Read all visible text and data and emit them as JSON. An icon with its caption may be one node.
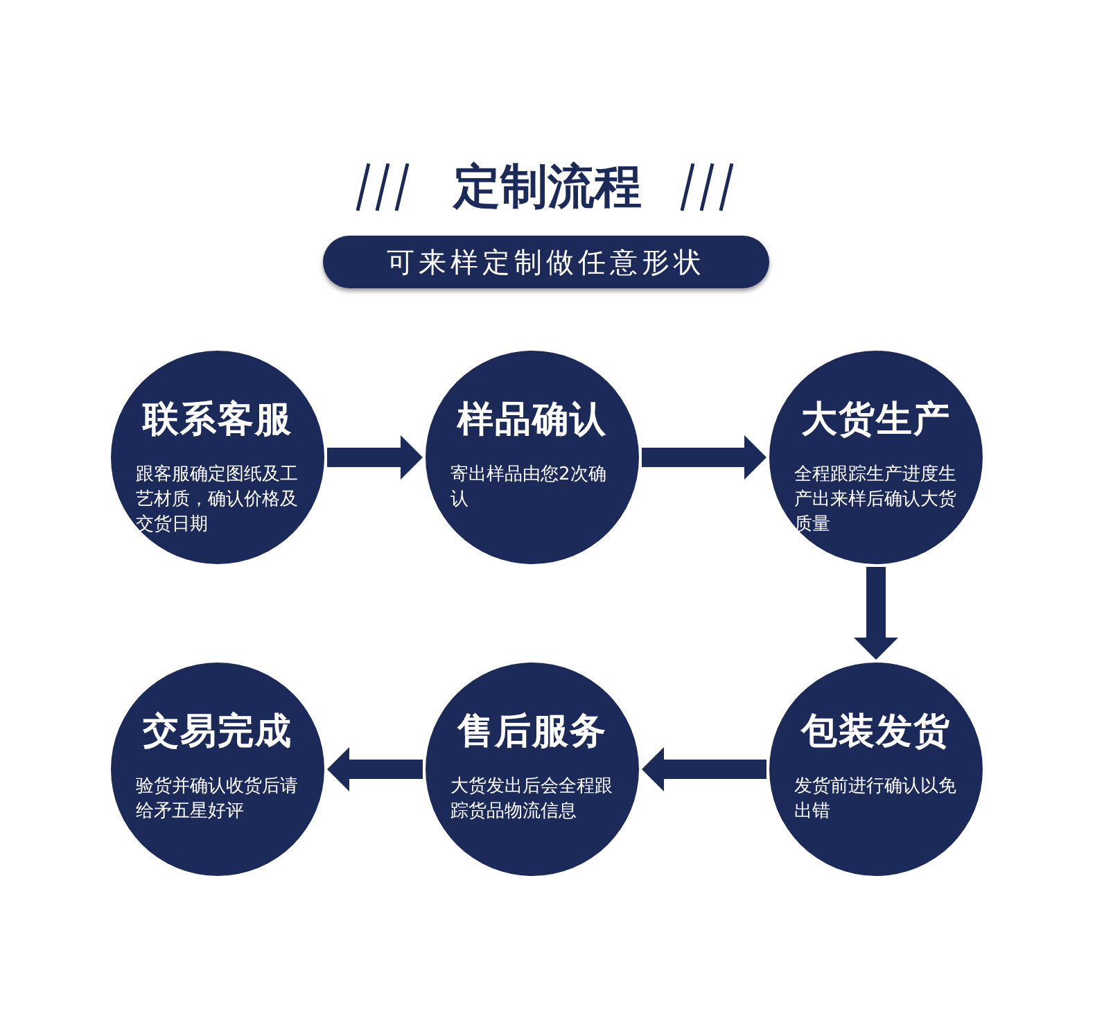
{
  "diagram": {
    "title": "定制流程",
    "nodes": [
      {
        "text": [
          "可来样定制做任意形状"
        ]
      },
      {
        "text": [
          "联系客服",
          "跟客服确定图纸及工艺材质，确认价格及交货日期"
        ]
      },
      {
        "text": [
          "样品确认",
          "寄出样品由您2次确认"
        ]
      },
      {
        "text": [
          "大货生产",
          "全程跟踪生产进度生产出来样后确认大货质量"
        ]
      },
      {
        "text": [
          "包装发货",
          "发货前进行确认以免出错"
        ]
      },
      {
        "text": [
          "售后服务",
          "大货发出后会全程跟踪货品物流信息"
        ]
      },
      {
        "text": [
          "交易完成",
          "验货并确认收货后请给矛五星好评"
        ]
      }
    ],
    "edges": [
      {
        "from": 1,
        "to": 2,
        "arrow": "to"
      },
      {
        "from": 2,
        "to": 3,
        "arrow": "to"
      },
      {
        "from": 3,
        "to": 4,
        "arrow": "to"
      },
      {
        "from": 4,
        "to": 5,
        "arrow": "to"
      },
      {
        "from": 5,
        "to": 6,
        "arrow": "to"
      }
    ]
  }
}
